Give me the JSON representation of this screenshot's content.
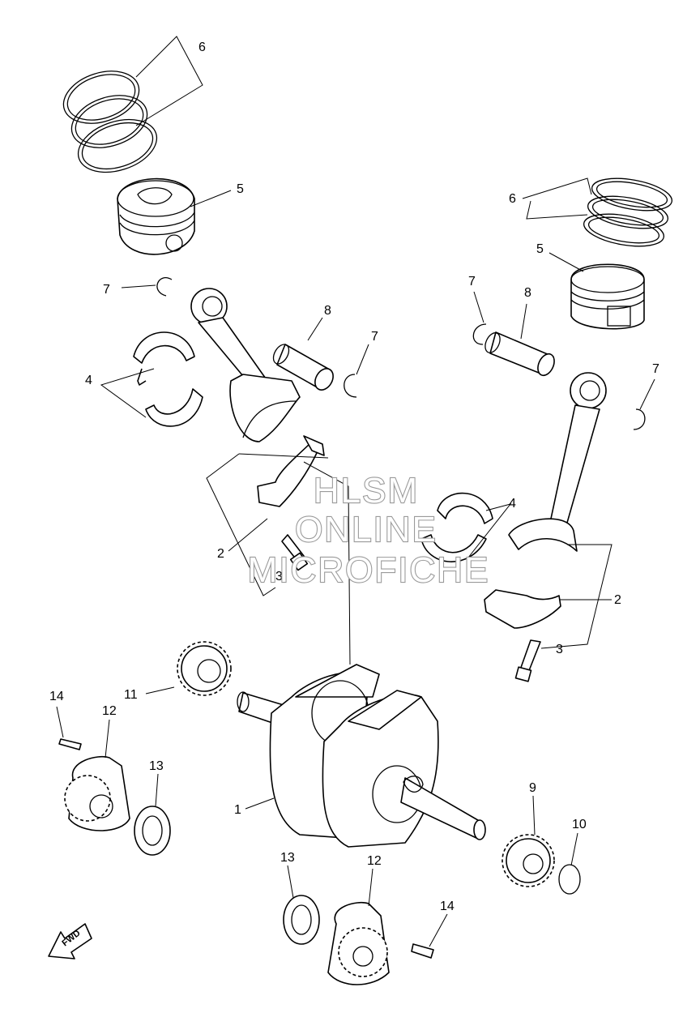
{
  "watermark": {
    "line1": "HLSM",
    "line2": "ONLINE",
    "line3": "MICROFICHE"
  },
  "fwd_label": "FWD",
  "callouts": [
    {
      "id": "c6a",
      "text": "6"
    },
    {
      "id": "c5a",
      "text": "5"
    },
    {
      "id": "c7a",
      "text": "7"
    },
    {
      "id": "c8a",
      "text": "8"
    },
    {
      "id": "c7b",
      "text": "7"
    },
    {
      "id": "c4a",
      "text": "4"
    },
    {
      "id": "c2a",
      "text": "2"
    },
    {
      "id": "c3a",
      "text": "3"
    },
    {
      "id": "c6b",
      "text": "6"
    },
    {
      "id": "c5b",
      "text": "5"
    },
    {
      "id": "c7c",
      "text": "7"
    },
    {
      "id": "c8b",
      "text": "8"
    },
    {
      "id": "c7d",
      "text": "7"
    },
    {
      "id": "c4b",
      "text": "4"
    },
    {
      "id": "c2b",
      "text": "2"
    },
    {
      "id": "c3b",
      "text": "3"
    },
    {
      "id": "c11",
      "text": "11"
    },
    {
      "id": "c14a",
      "text": "14"
    },
    {
      "id": "c12a",
      "text": "12"
    },
    {
      "id": "c13a",
      "text": "13"
    },
    {
      "id": "c1",
      "text": "1"
    },
    {
      "id": "c9",
      "text": "9"
    },
    {
      "id": "c10",
      "text": "10"
    },
    {
      "id": "c13b",
      "text": "13"
    },
    {
      "id": "c12b",
      "text": "12"
    },
    {
      "id": "c14b",
      "text": "14"
    }
  ]
}
